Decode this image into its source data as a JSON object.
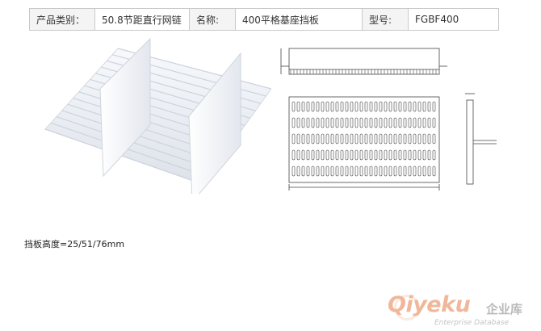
{
  "spec": {
    "category_label": "产品类别：",
    "category_value": "50.8节距直行网链",
    "name_label": "名称:",
    "name_value": "400平格基座挡板",
    "model_label": "型号:",
    "model_value": "FGBF400"
  },
  "note": "挡板高度=25/51/76mm",
  "watermark": {
    "brand": "Qiyeku",
    "brand_cn": "企业库",
    "subtitle": "Enterprise Database"
  },
  "colors": {
    "belt": "#eef1f6",
    "drawing": "#444444",
    "watermark": "#f0b79a"
  }
}
